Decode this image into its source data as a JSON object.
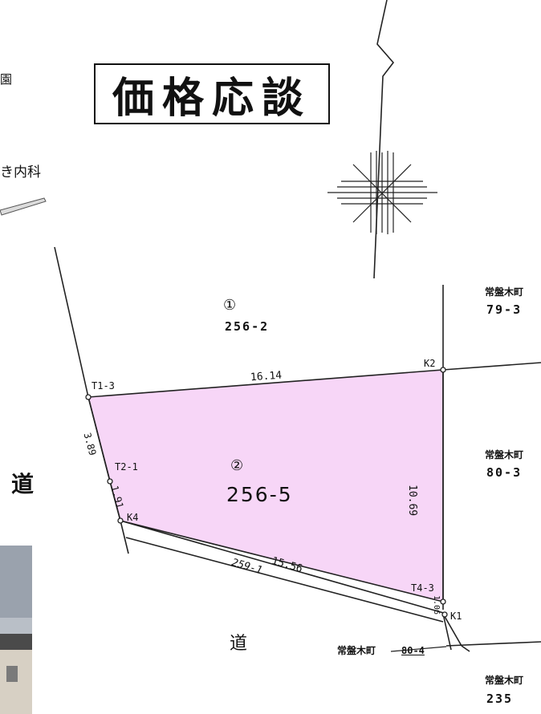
{
  "banner": "価格応談",
  "left_labels": {
    "kanji_fragment": "園",
    "clinic": "き内科"
  },
  "parcels": [
    {
      "circle": "①",
      "lot": "256-2"
    },
    {
      "circle": "②",
      "lot": "256-5",
      "fill": "#f7d6f7"
    }
  ],
  "neighbors": [
    {
      "town": "常盤木町",
      "lot": "79-3"
    },
    {
      "town": "常盤木町",
      "lot": "80-3"
    },
    {
      "town": "常盤木町",
      "lot": "80-4"
    },
    {
      "town": "常盤木町",
      "lot": "235"
    }
  ],
  "points": {
    "t1_3": "T1-3",
    "t2_1": "T2-1",
    "k4": "K4",
    "k2": "K2",
    "t4_3": "T4-3",
    "k1": "K1"
  },
  "dimensions": {
    "top": "16.14",
    "upper_left": "3.89",
    "lower_left": "1.91",
    "right": "10.69",
    "bottom": "15.56",
    "lower_right": "1.06"
  },
  "road_lot": "259-1",
  "road_label_left": "道",
  "road_label_bottom": "道",
  "colors": {
    "parcel_fill": "#f7d6f7",
    "lines": "#222222"
  },
  "icons": [
    "north-arrow-icon",
    "compass-star-icon",
    "road-sign-icon"
  ]
}
